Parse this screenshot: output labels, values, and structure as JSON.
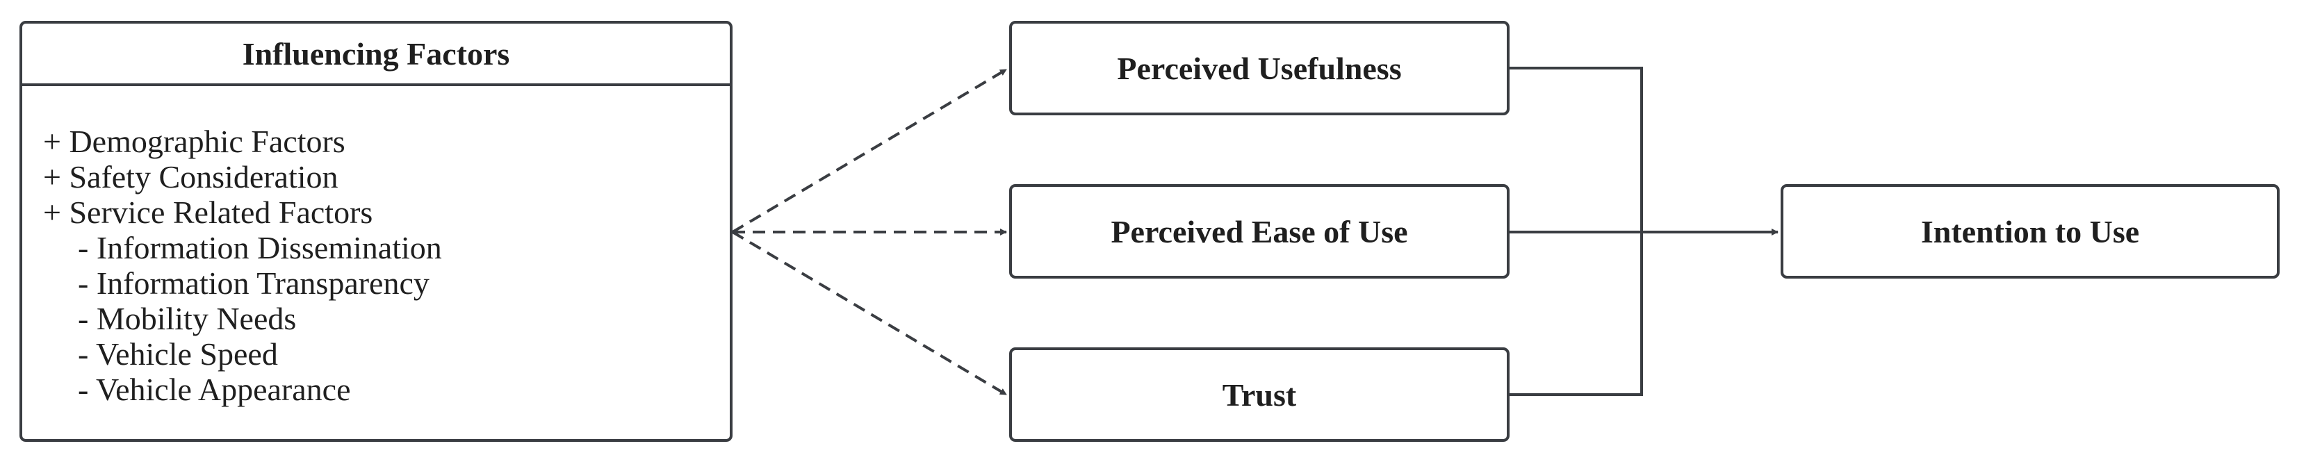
{
  "diagram": {
    "influencing_factors": {
      "title": "Influencing Factors",
      "items": [
        {
          "text": "+ Demographic Factors",
          "level": 0
        },
        {
          "text": "+ Safety Consideration",
          "level": 0
        },
        {
          "text": "+ Service Related Factors",
          "level": 0
        },
        {
          "text": "- Information Dissemination",
          "level": 1
        },
        {
          "text": "- Information Transparency",
          "level": 1
        },
        {
          "text": "- Mobility Needs",
          "level": 1
        },
        {
          "text": "- Vehicle Speed",
          "level": 1
        },
        {
          "text": "- Vehicle Appearance",
          "level": 1
        }
      ]
    },
    "constructs": {
      "perceived_usefulness": "Perceived Usefulness",
      "perceived_ease_of_use": "Perceived Ease of Use",
      "trust": "Trust"
    },
    "outcome": {
      "intention_to_use": "Intention to Use"
    },
    "edges": [
      {
        "from": "Influencing Factors",
        "to": "Perceived Usefulness",
        "style": "dashed"
      },
      {
        "from": "Influencing Factors",
        "to": "Perceived Ease of Use",
        "style": "dashed"
      },
      {
        "from": "Influencing Factors",
        "to": "Trust",
        "style": "dashed"
      },
      {
        "from": "Perceived Usefulness",
        "to": "Intention to Use",
        "style": "solid"
      },
      {
        "from": "Perceived Ease of Use",
        "to": "Intention to Use",
        "style": "solid"
      },
      {
        "from": "Trust",
        "to": "Intention to Use",
        "style": "solid"
      }
    ],
    "colors": {
      "line": "#3a3d42",
      "background": "#ffffff",
      "text": "#1f1f1f"
    }
  }
}
